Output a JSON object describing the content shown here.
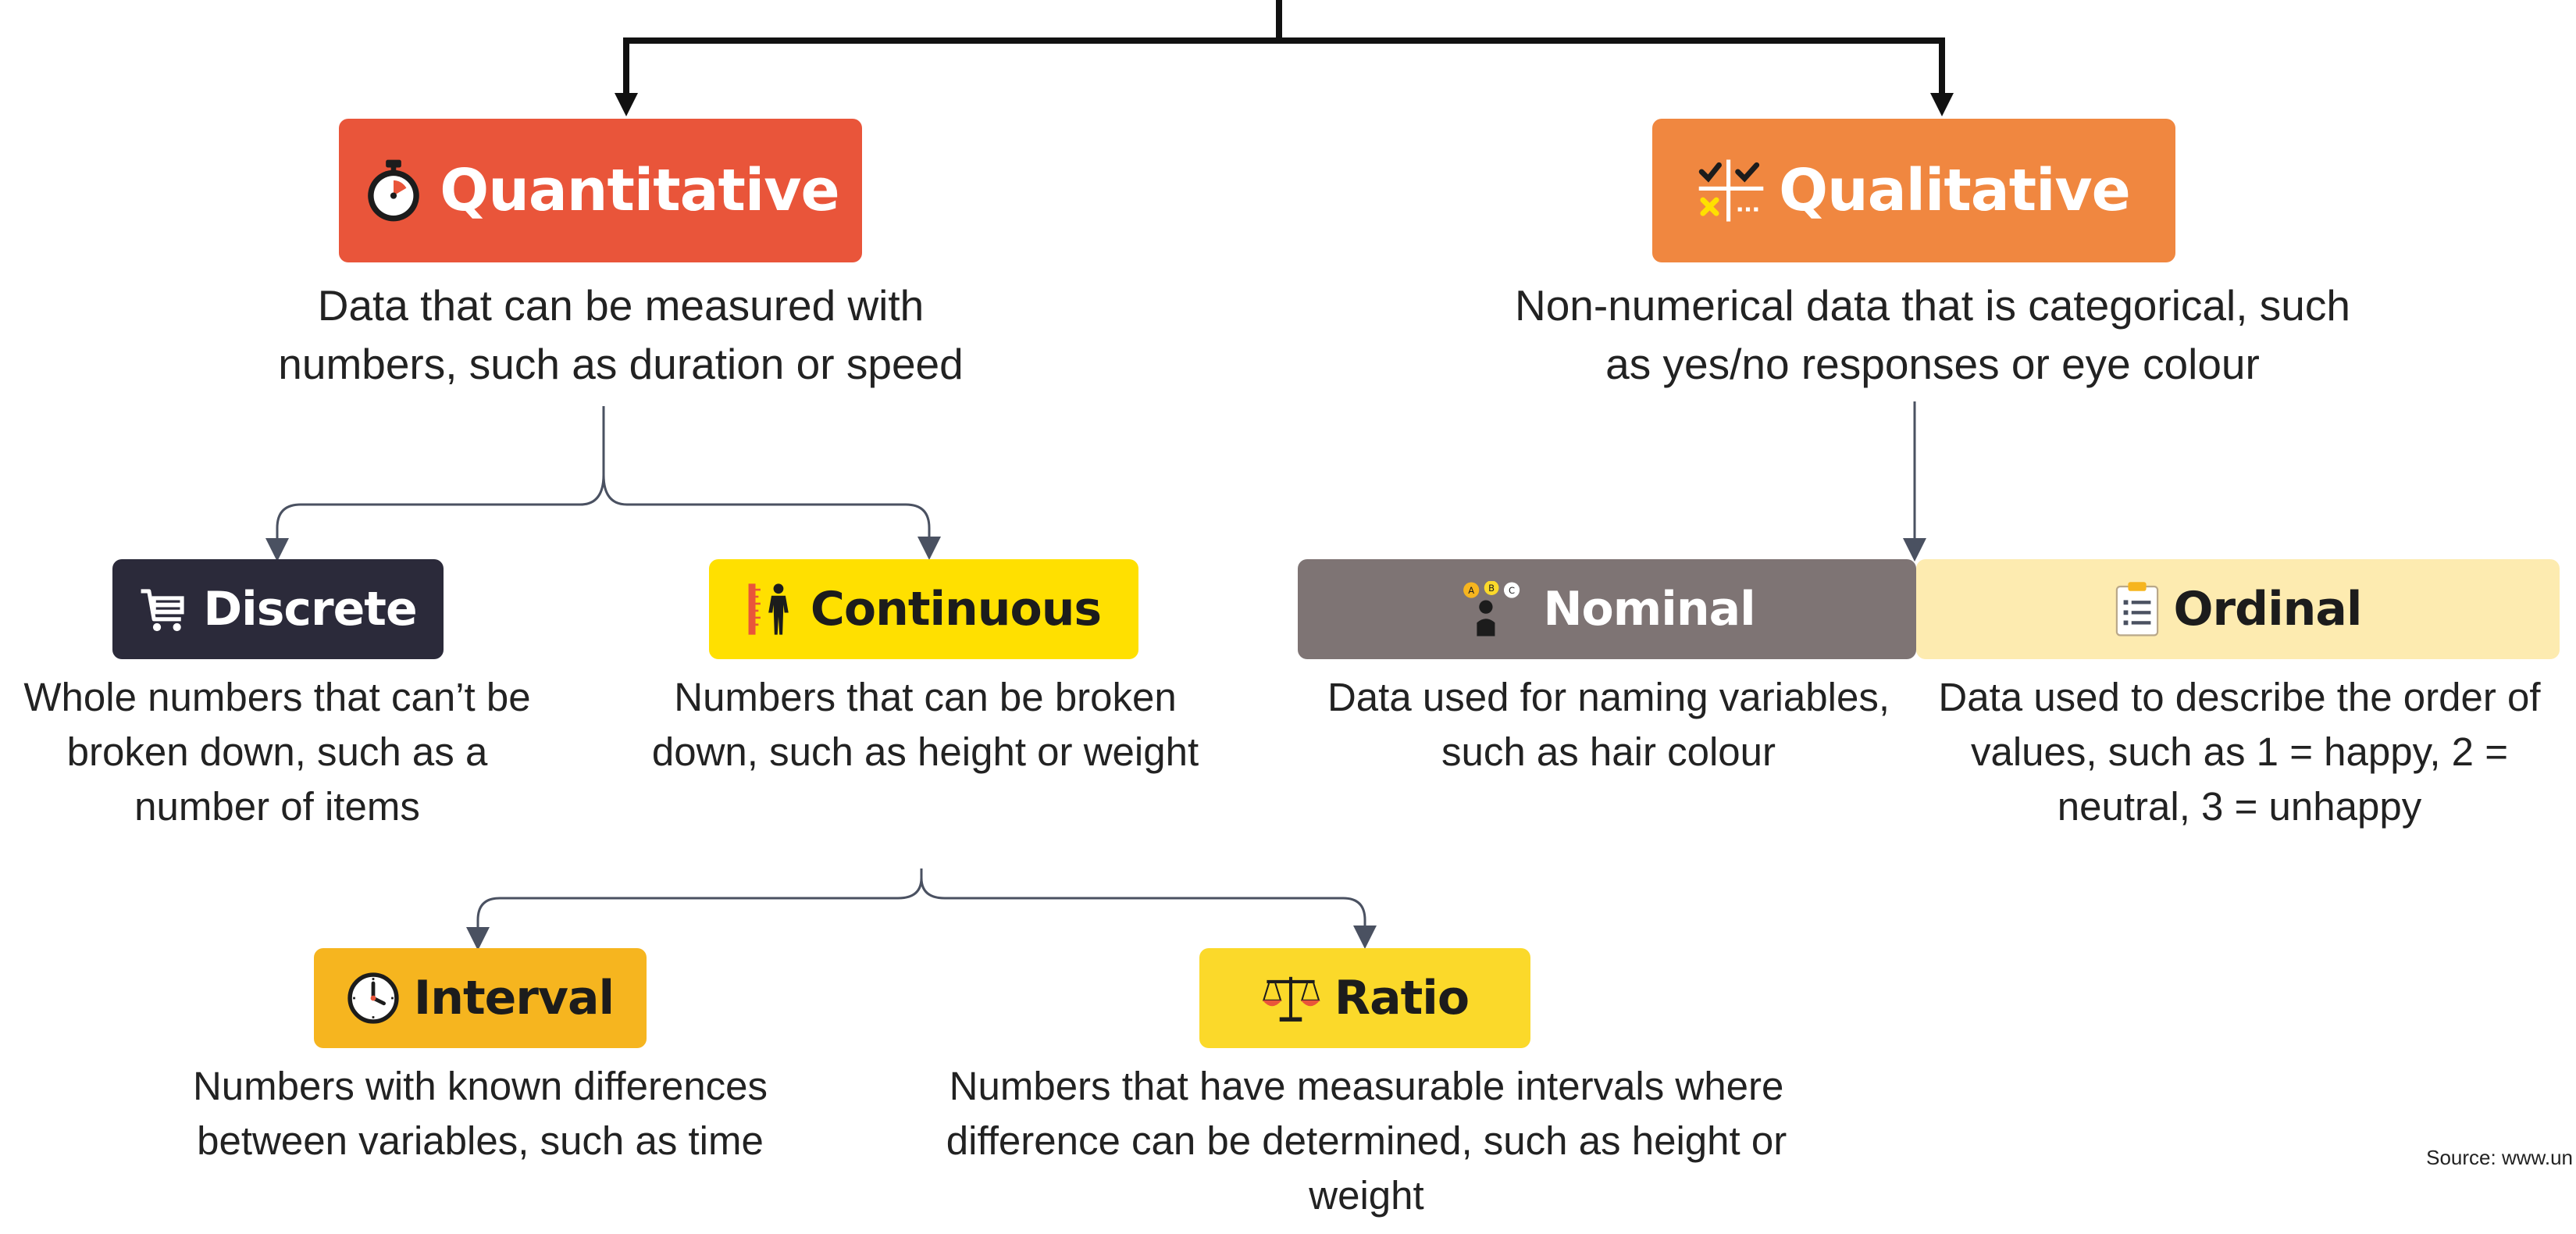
{
  "colors": {
    "quantitative": "#E9553A",
    "qualitative": "#F08740",
    "discrete": "#2B2A3A",
    "continuous": "#FFE000",
    "nominal": "#7E7474",
    "ordinal": "#FDEBB0",
    "interval": "#F6B51F",
    "ratio": "#FBD92A",
    "connector": "#4A5161"
  },
  "quantitative": {
    "label": "Quantitative",
    "icon": "stopwatch-icon",
    "description": "Data that can be measured with numbers, such as duration or speed"
  },
  "qualitative": {
    "label": "Qualitative",
    "icon": "check-cross-icon",
    "description": "Non-numerical data that is categorical, such as yes/no responses or eye colour"
  },
  "discrete": {
    "label": "Discrete",
    "icon": "shopping-cart-icon",
    "description": "Whole numbers that can’t be broken down, such as a number of items"
  },
  "continuous": {
    "label": "Continuous",
    "icon": "height-ruler-icon",
    "description": "Numbers that can be broken down, such as height or weight"
  },
  "nominal": {
    "label": "Nominal",
    "icon": "abc-tag-icon",
    "description": "Data used for naming variables, such as hair colour"
  },
  "ordinal": {
    "label": "Ordinal",
    "icon": "clipboard-list-icon",
    "description": "Data used to describe the order of values, such as 1 = happy, 2 = neutral, 3 = unhappy"
  },
  "interval": {
    "label": "Interval",
    "icon": "clock-icon",
    "description": "Numbers with known differences between variables, such as time"
  },
  "ratio": {
    "label": "Ratio",
    "icon": "scale-icon",
    "description": "Numbers that have measurable intervals where difference can be determined, such as height or weight"
  },
  "source": "Source: www.un"
}
